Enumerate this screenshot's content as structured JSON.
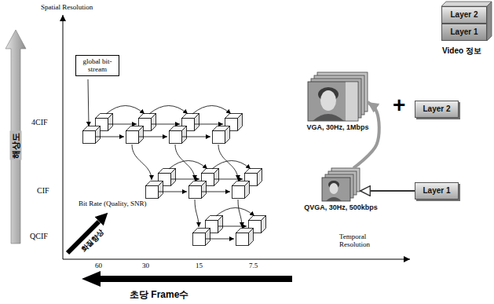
{
  "diagram": {
    "nodes": [
      {
        "text": [
          "global bit-stream"
        ]
      },
      {
        "text": [
          "Layer 2"
        ]
      },
      {
        "text": [
          "Layer 1"
        ]
      },
      {
        "text": [
          "VGA, 30Hz, 1Mbps"
        ]
      },
      {
        "text": [
          "Layer 2"
        ]
      },
      {
        "text": [
          "QVGA, 30Hz, 500kbps"
        ]
      },
      {
        "text": [
          "Layer 1"
        ]
      }
    ],
    "edges": [
      {
        "from": 6,
        "to": 5,
        "arrow": "to"
      },
      {
        "from": 5,
        "to": 3,
        "arrow": "to"
      }
    ],
    "labels": [
      "Spatial Resolution",
      "해상도",
      "4CIF",
      "CIF",
      "QCIF",
      "Bit Rate (Quality, SNR)",
      "화질향상",
      "Temporal Resolution",
      "60",
      "30",
      "15",
      "7.5",
      "초당 Frame수",
      "Video 정보",
      "+"
    ]
  }
}
